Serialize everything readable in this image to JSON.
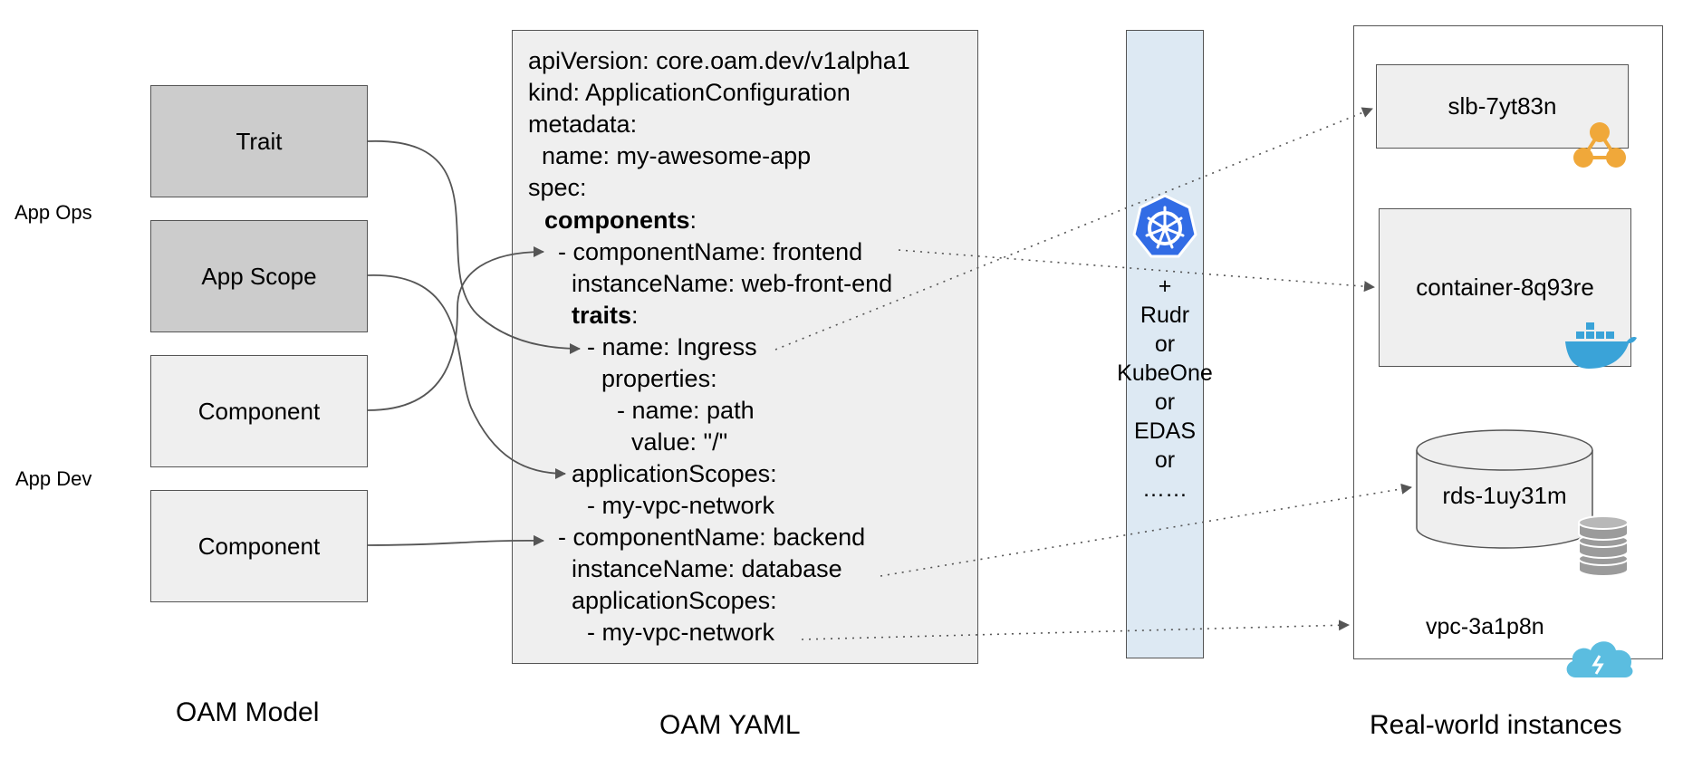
{
  "labels": {
    "app_ops": "App Ops",
    "app_dev": "App Dev"
  },
  "model": {
    "trait": "Trait",
    "app_scope": "App Scope",
    "component_1": "Component",
    "component_2": "Component"
  },
  "yaml": {
    "lines": [
      "apiVersion: core.oam.dev/v1alpha1",
      "kind: ApplicationConfiguration",
      "metadata:",
      "  name: my-awesome-app",
      "spec:",
      "components",
      "- componentName: frontend",
      "instanceName: web-front-end",
      "traits",
      "- name: Ingress",
      "properties:",
      "- name: path",
      "value: \"/\"",
      "applicationScopes:",
      "- my-vpc-network",
      "- componentName: backend",
      "instanceName: database",
      "applicationScopes:",
      "- my-vpc-network"
    ],
    "colon": ":"
  },
  "runtime": {
    "lines": [
      "+",
      "Rudr",
      "or",
      "KubeOne",
      "or",
      "EDAS",
      "or",
      "……"
    ]
  },
  "instances": {
    "slb": "slb-7yt83n",
    "container": "container-8q93re",
    "rds": "rds-1uy31m",
    "vpc": "vpc-3a1p8n"
  },
  "captions": {
    "oam_model": "OAM Model",
    "oam_yaml": "OAM YAML",
    "real_world": "Real-world instances"
  },
  "icons": [
    "kubernetes-helm-icon",
    "network-nodes-icon",
    "docker-whale-icon",
    "database-stack-icon",
    "cloud-icon"
  ],
  "colors": {
    "model_dark": "#cccccc",
    "model_light": "#efefef",
    "runtime_column": "#dde9f3",
    "kubernetes_blue": "#326ce5",
    "slb_orange": "#f0a83a",
    "docker_blue": "#3aa3d8",
    "cloud_blue": "#5bbde0"
  }
}
